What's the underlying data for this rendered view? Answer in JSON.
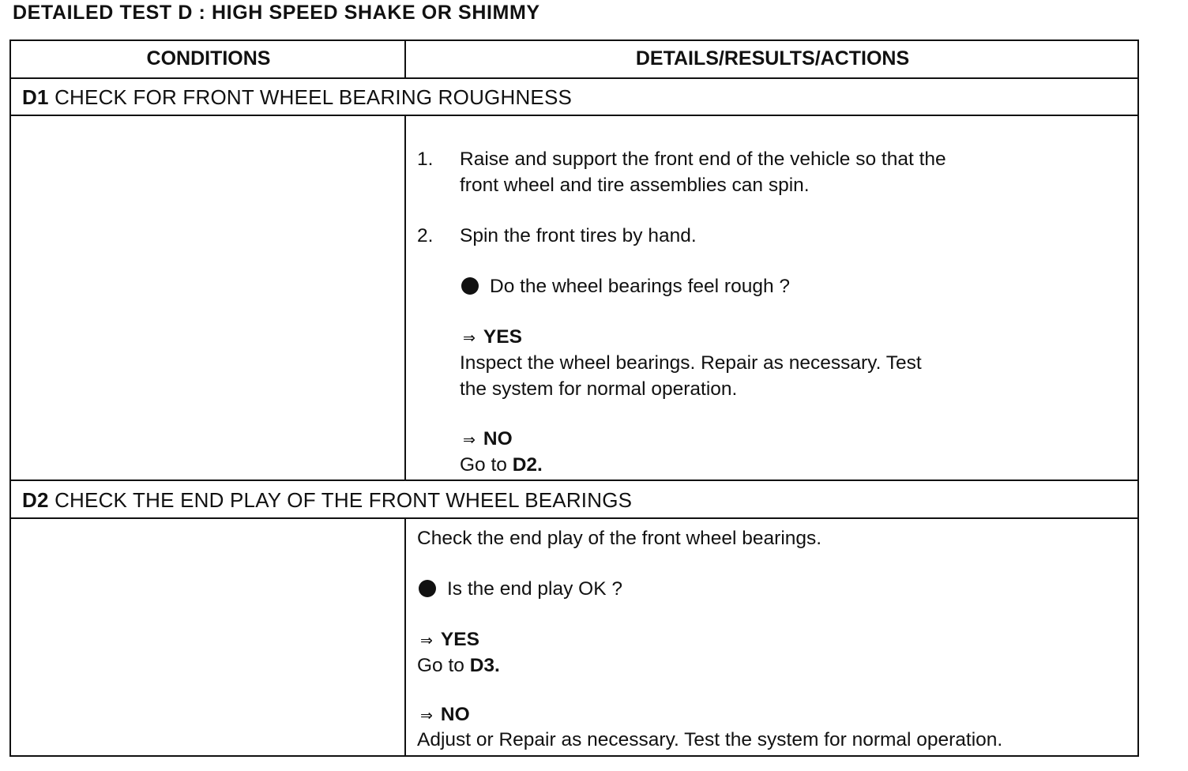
{
  "title": "DETAILED TEST D : HIGH SPEED SHAKE OR SHIMMY",
  "header": {
    "conditions": "CONDITIONS",
    "details": "DETAILS/RESULTS/ACTIONS"
  },
  "d1": {
    "code": "D1",
    "title": "CHECK FOR FRONT WHEEL BEARING ROUGHNESS",
    "step1_num": "1.",
    "step1_line1": "Raise and support the front end of the vehicle so that the",
    "step1_line2": "front wheel and tire assemblies can spin.",
    "step2_num": "2.",
    "step2": "Spin the front tires by hand.",
    "question": "Do the wheel bearings feel rough ?",
    "yes_label": "YES",
    "yes_line1": "Inspect the wheel bearings.  Repair as necessary.  Test",
    "yes_line2": "the system for normal operation.",
    "no_label": "NO",
    "no_prefix": "Go to ",
    "no_target": "D2."
  },
  "d2": {
    "code": "D2",
    "title": "CHECK THE END PLAY OF THE FRONT WHEEL BEARINGS",
    "intro": "Check the end play of the front wheel bearings.",
    "question": "Is the end play OK ?",
    "yes_label": "YES",
    "yes_prefix": "Go to ",
    "yes_target": "D3.",
    "no_label": "NO",
    "no_text": "Adjust or Repair as necessary.  Test the system for normal operation."
  }
}
